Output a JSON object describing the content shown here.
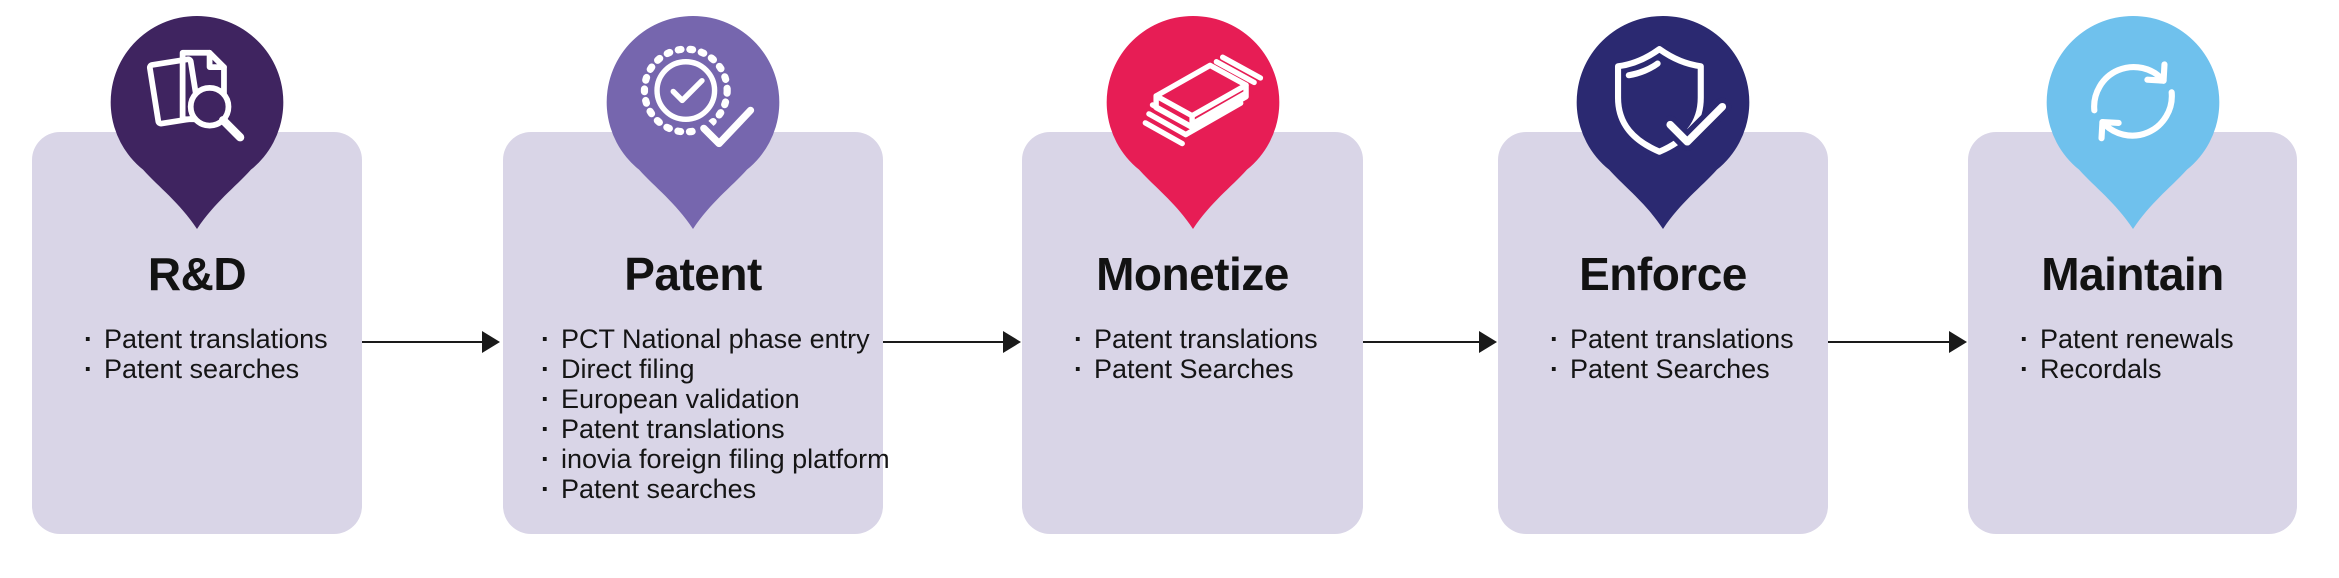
{
  "diagram": {
    "background_color": "#ffffff",
    "card_color": "#d9d5e7",
    "text_color": "#121212",
    "arrow_color": "#1a1a1a",
    "bullet_char": "·",
    "stages": [
      {
        "title": "R&D",
        "pin_color": "#3f2460",
        "icon": "documents-search-icon",
        "bullets": [
          "Patent translations",
          "Patent searches"
        ]
      },
      {
        "title": "Patent",
        "pin_color": "#7666ae",
        "icon": "certified-seal-check-icon",
        "bullets": [
          "PCT National phase entry",
          "Direct filing",
          "European validation",
          "Patent translations",
          "inovia foreign filing platform",
          "Patent searches"
        ]
      },
      {
        "title": "Monetize",
        "pin_color": "#e71d55",
        "icon": "money-stack-icon",
        "bullets": [
          "Patent translations",
          "Patent Searches"
        ]
      },
      {
        "title": "Enforce",
        "pin_color": "#2b2971",
        "icon": "shield-check-icon",
        "bullets": [
          "Patent translations",
          "Patent Searches"
        ]
      },
      {
        "title": "Maintain",
        "pin_color": "#6fc1ed",
        "icon": "sync-arrows-icon",
        "bullets": [
          "Patent renewals",
          "Recordals"
        ]
      }
    ]
  }
}
